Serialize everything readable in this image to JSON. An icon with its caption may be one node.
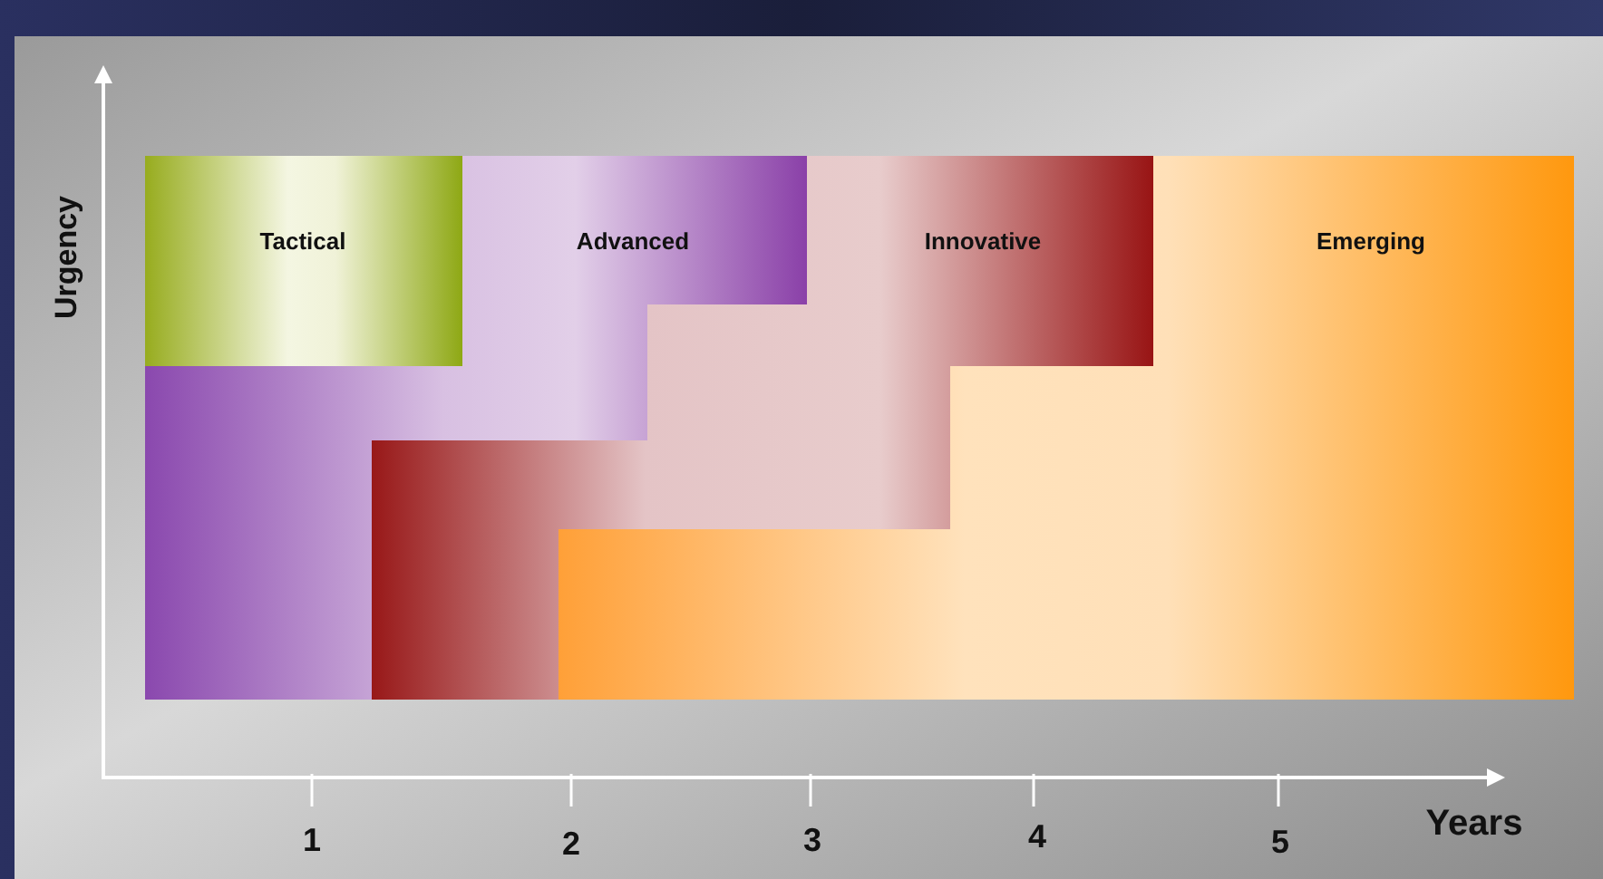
{
  "diagram": {
    "nodes": [
      {
        "text": [
          "Tactical"
        ]
      },
      {
        "text": [
          "Advanced"
        ]
      },
      {
        "text": [
          "Innovative"
        ]
      },
      {
        "text": [
          "Emerging"
        ]
      }
    ],
    "labels": [
      "Urgency",
      "1",
      "2",
      "3",
      "4",
      "5",
      "Years"
    ]
  }
}
